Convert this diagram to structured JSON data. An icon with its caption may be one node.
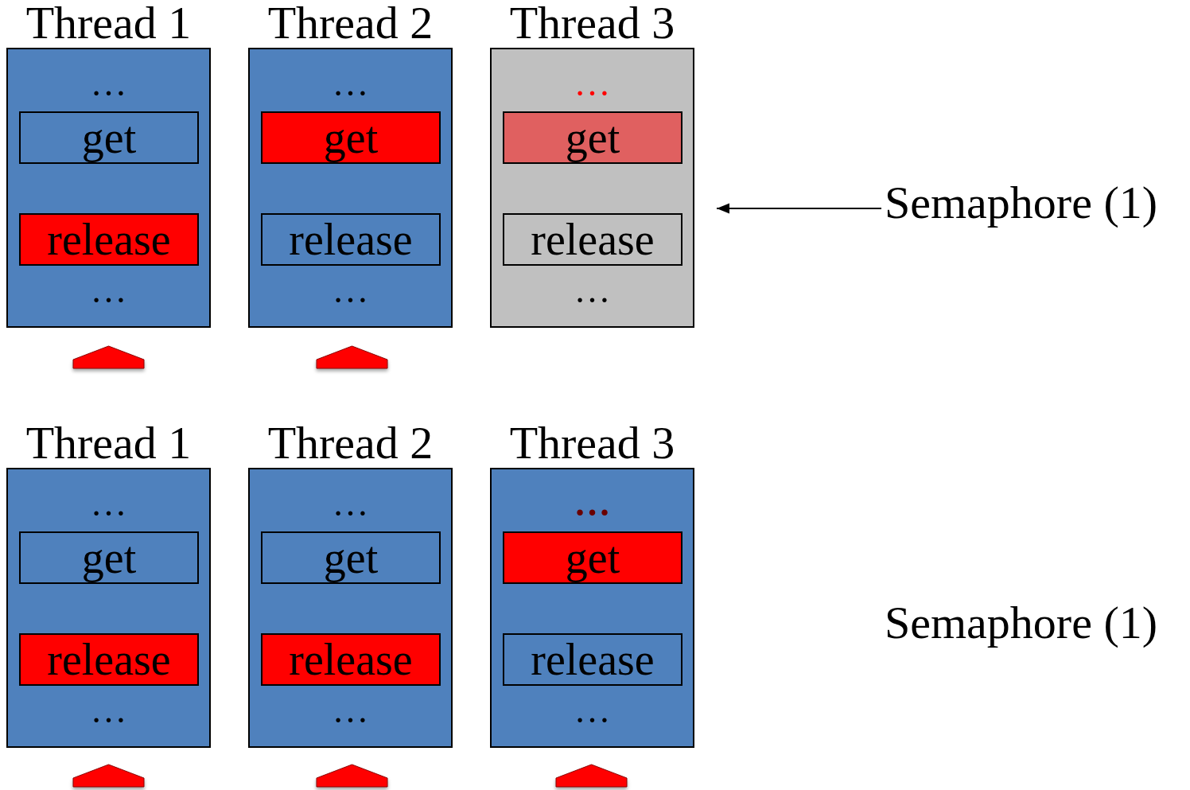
{
  "diagram": {
    "nodes": [
      {
        "text": [
          "Thread 1",
          "…",
          "…"
        ]
      },
      {
        "text": [
          "get"
        ],
        "in": 0
      },
      {
        "text": [
          "release"
        ],
        "in": 0
      },
      {
        "text": [
          "Thread 2",
          "…",
          "…"
        ]
      },
      {
        "text": [
          "get"
        ],
        "in": 3
      },
      {
        "text": [
          "release"
        ],
        "in": 3
      },
      {
        "text": [
          "Thread 3",
          "…",
          "…"
        ]
      },
      {
        "text": [
          "get"
        ],
        "in": 6
      },
      {
        "text": [
          "release"
        ],
        "in": 6
      },
      {
        "text": [
          "Semaphore (1)"
        ]
      },
      {
        "text": [],
        "shape": "pointer"
      },
      {
        "text": [],
        "shape": "pointer"
      },
      {
        "text": [
          "Thread 1",
          "…",
          "…"
        ]
      },
      {
        "text": [
          "get"
        ],
        "in": 12
      },
      {
        "text": [
          "release"
        ],
        "in": 12
      },
      {
        "text": [
          "Thread 2",
          "…",
          "…"
        ]
      },
      {
        "text": [
          "get"
        ],
        "in": 15
      },
      {
        "text": [
          "release"
        ],
        "in": 15
      },
      {
        "text": [
          "Thread 3",
          "…",
          "…"
        ]
      },
      {
        "text": [
          "get"
        ],
        "in": 18
      },
      {
        "text": [
          "release"
        ],
        "in": 18
      },
      {
        "text": [],
        "shape": "pointer"
      },
      {
        "text": [],
        "shape": "pointer"
      },
      {
        "text": [],
        "shape": "pointer"
      }
    ],
    "edges": [
      {
        "from": 9,
        "to": 6,
        "arrow": "to"
      }
    ],
    "labels": [
      "Semaphore (1)"
    ]
  }
}
